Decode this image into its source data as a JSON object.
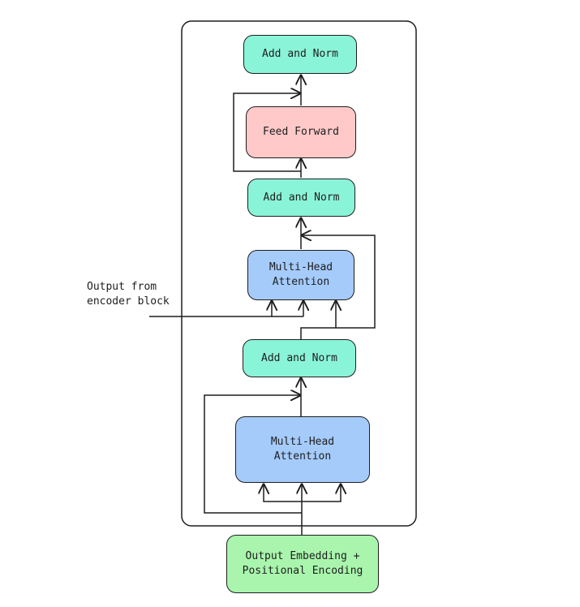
{
  "blocks": {
    "add_norm_top": "Add and Norm",
    "feed_forward": "Feed Forward",
    "add_norm_middle": "Add and Norm",
    "cross_attention": "Multi-Head\nAttention",
    "add_norm_bottom": "Add and Norm",
    "self_attention": "Multi-Head\nAttention",
    "output_embedding": "Output Embedding +\nPositional Encoding"
  },
  "encoder_input_label": "Output from\nencoder block",
  "colors": {
    "add_norm": "#8af4d8",
    "feed_forward": "#ffc9c9",
    "attention": "#a5cbfb",
    "embedding": "#a9f5ad",
    "stroke": "#1e1e1e"
  }
}
